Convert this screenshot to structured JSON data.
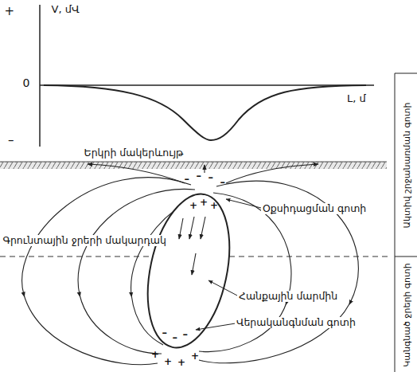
{
  "diagram": {
    "labels": [
      "V, մՎ",
      "+",
      "0",
      "–",
      "L, մ",
      "Երկրի մակերևույթ",
      "Օքսիդացման գոտի",
      "Գրունտային ջրերի մակարդակ",
      "Հանքային մարմին",
      "Վերականգնման գոտի",
      "Ակտիվ շրջանառման գոտի",
      "Կանգնած ջրերի գոտի",
      "–",
      "–",
      "–",
      "–",
      "+",
      "+",
      "+",
      "–",
      "–",
      "–",
      "+",
      "+",
      "+",
      "+"
    ]
  }
}
